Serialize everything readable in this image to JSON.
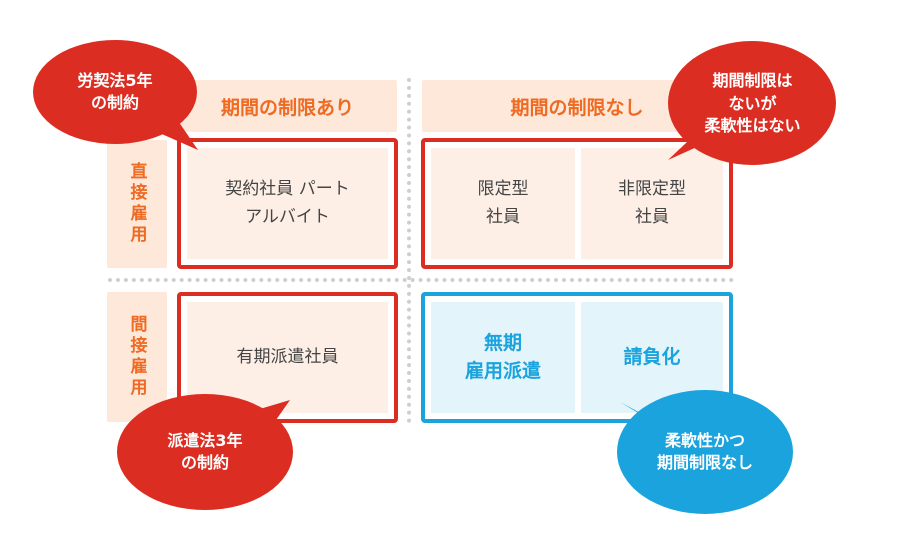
{
  "headers": {
    "col_limited": "期間の制限あり",
    "col_unlimited": "期間の制限なし"
  },
  "rows": {
    "direct": "直接雇用",
    "indirect": "間接雇用"
  },
  "cells": {
    "contract_parttime": "契約社員 パート\nアルバイト",
    "limited_regular": "限定型\n社員",
    "unlimited_regular": "非限定型\n社員",
    "fixed_dispatch": "有期派遣社員",
    "indefinite_dispatch": "無期\n雇用派遣",
    "outsourcing": "請負化"
  },
  "bubbles": {
    "labor_contract_law": "労契法5年\nの制約",
    "no_term_limit_no_flex": "期間制限は\nないが\n柔軟性はない",
    "dispatch_law": "派遣法3年\nの制約",
    "flexible_no_limit": "柔軟性かつ\n期間制限なし"
  },
  "colors": {
    "accent_orange": "#ef6a22",
    "header_bg": "#fde8d9",
    "red": "#dc2d22",
    "blue": "#1aa3dc",
    "light_blue": "#e3f4fb"
  }
}
